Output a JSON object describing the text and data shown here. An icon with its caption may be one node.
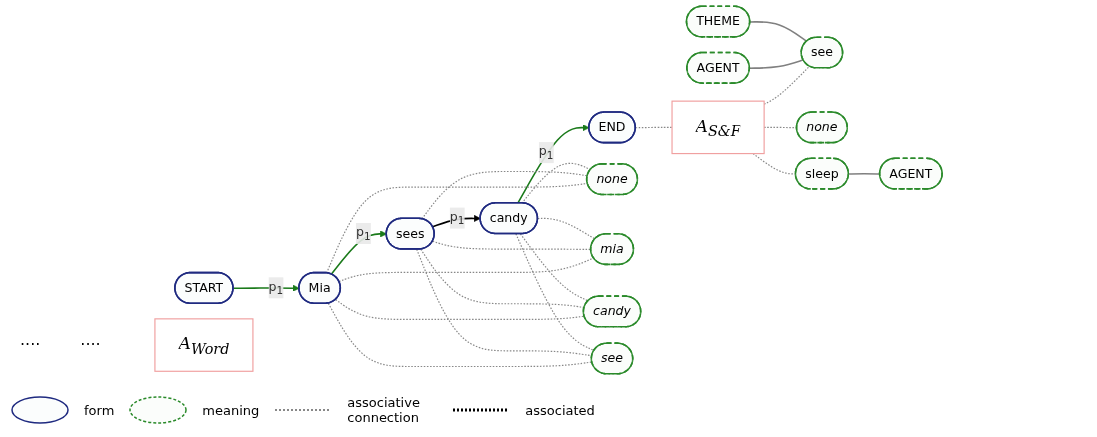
{
  "diagram": {
    "nodes": [
      {
        "text": [
          "START"
        ]
      },
      {
        "text": [
          "Mia"
        ]
      },
      {
        "text": [
          "sees"
        ]
      },
      {
        "text": [
          "candy"
        ]
      },
      {
        "text": [
          "END"
        ]
      },
      {
        "text": [
          "A$_{Word}$"
        ]
      },
      {
        "text": [
          "AGENT"
        ]
      },
      {
        "text": [
          "THEME"
        ]
      },
      {
        "text": [
          "see"
        ]
      },
      {
        "text": [
          "A$_{S&F}$"
        ]
      },
      {
        "text": [
          "none"
        ]
      },
      {
        "text": [
          "sleep"
        ]
      },
      {
        "text": [
          "AGENT"
        ]
      },
      {
        "text": [
          "none"
        ]
      },
      {
        "text": [
          "mia"
        ]
      },
      {
        "text": [
          "candy"
        ]
      },
      {
        "text": [
          "see"
        ]
      }
    ],
    "edges": [
      {
        "from": 0,
        "to": 1,
        "arrow": "to",
        "label": "p$_{1}$",
        "color": "#1a7a1a"
      },
      {
        "from": 1,
        "to": 2,
        "arrow": "to",
        "label": "p$_{1}$",
        "color": "#1a7a1a"
      },
      {
        "from": 2,
        "to": 3,
        "arrow": "to",
        "label": "p$_{1}$",
        "color": "#000000"
      },
      {
        "from": 3,
        "to": 4,
        "arrow": "to",
        "label": "p$_{1}$",
        "color": "#1a7a1a"
      },
      {
        "from": 1,
        "to": 13,
        "arrow": "none",
        "style": "dashed"
      },
      {
        "from": 1,
        "to": 14,
        "arrow": "none",
        "style": "dashed"
      },
      {
        "from": 1,
        "to": 15,
        "arrow": "none",
        "style": "dashed"
      },
      {
        "from": 1,
        "to": 16,
        "arrow": "none",
        "style": "dashed"
      },
      {
        "from": 2,
        "to": 13,
        "arrow": "none",
        "style": "dashed"
      },
      {
        "from": 2,
        "to": 14,
        "arrow": "none",
        "style": "dashed"
      },
      {
        "from": 2,
        "to": 15,
        "arrow": "none",
        "style": "dashed"
      },
      {
        "from": 2,
        "to": 16,
        "arrow": "none",
        "style": "dashed"
      },
      {
        "from": 3,
        "to": 13,
        "arrow": "none",
        "style": "dashed"
      },
      {
        "from": 3,
        "to": 14,
        "arrow": "none",
        "style": "dashed"
      },
      {
        "from": 3,
        "to": 15,
        "arrow": "none",
        "style": "dashed"
      },
      {
        "from": 3,
        "to": 16,
        "arrow": "none",
        "style": "dashed"
      },
      {
        "from": 4,
        "to": 9,
        "arrow": "none",
        "style": "dashed"
      },
      {
        "from": 9,
        "to": 8,
        "arrow": "none",
        "style": "dashed"
      },
      {
        "from": 9,
        "to": 10,
        "arrow": "none",
        "style": "dashed"
      },
      {
        "from": 9,
        "to": 11,
        "arrow": "none",
        "style": "dashed"
      },
      {
        "from": 6,
        "to": 8,
        "arrow": "none",
        "color": "#808080"
      },
      {
        "from": 7,
        "to": 8,
        "arrow": "none",
        "color": "#808080"
      },
      {
        "from": 11,
        "to": 12,
        "arrow": "none",
        "color": "#808080"
      }
    ],
    "labels": [
      "....",
      "...."
    ],
    "legend": [
      {
        "text": "form"
      },
      {
        "text": "meaning"
      },
      {
        "text": "associative connection"
      },
      {
        "text": "associated"
      }
    ]
  }
}
